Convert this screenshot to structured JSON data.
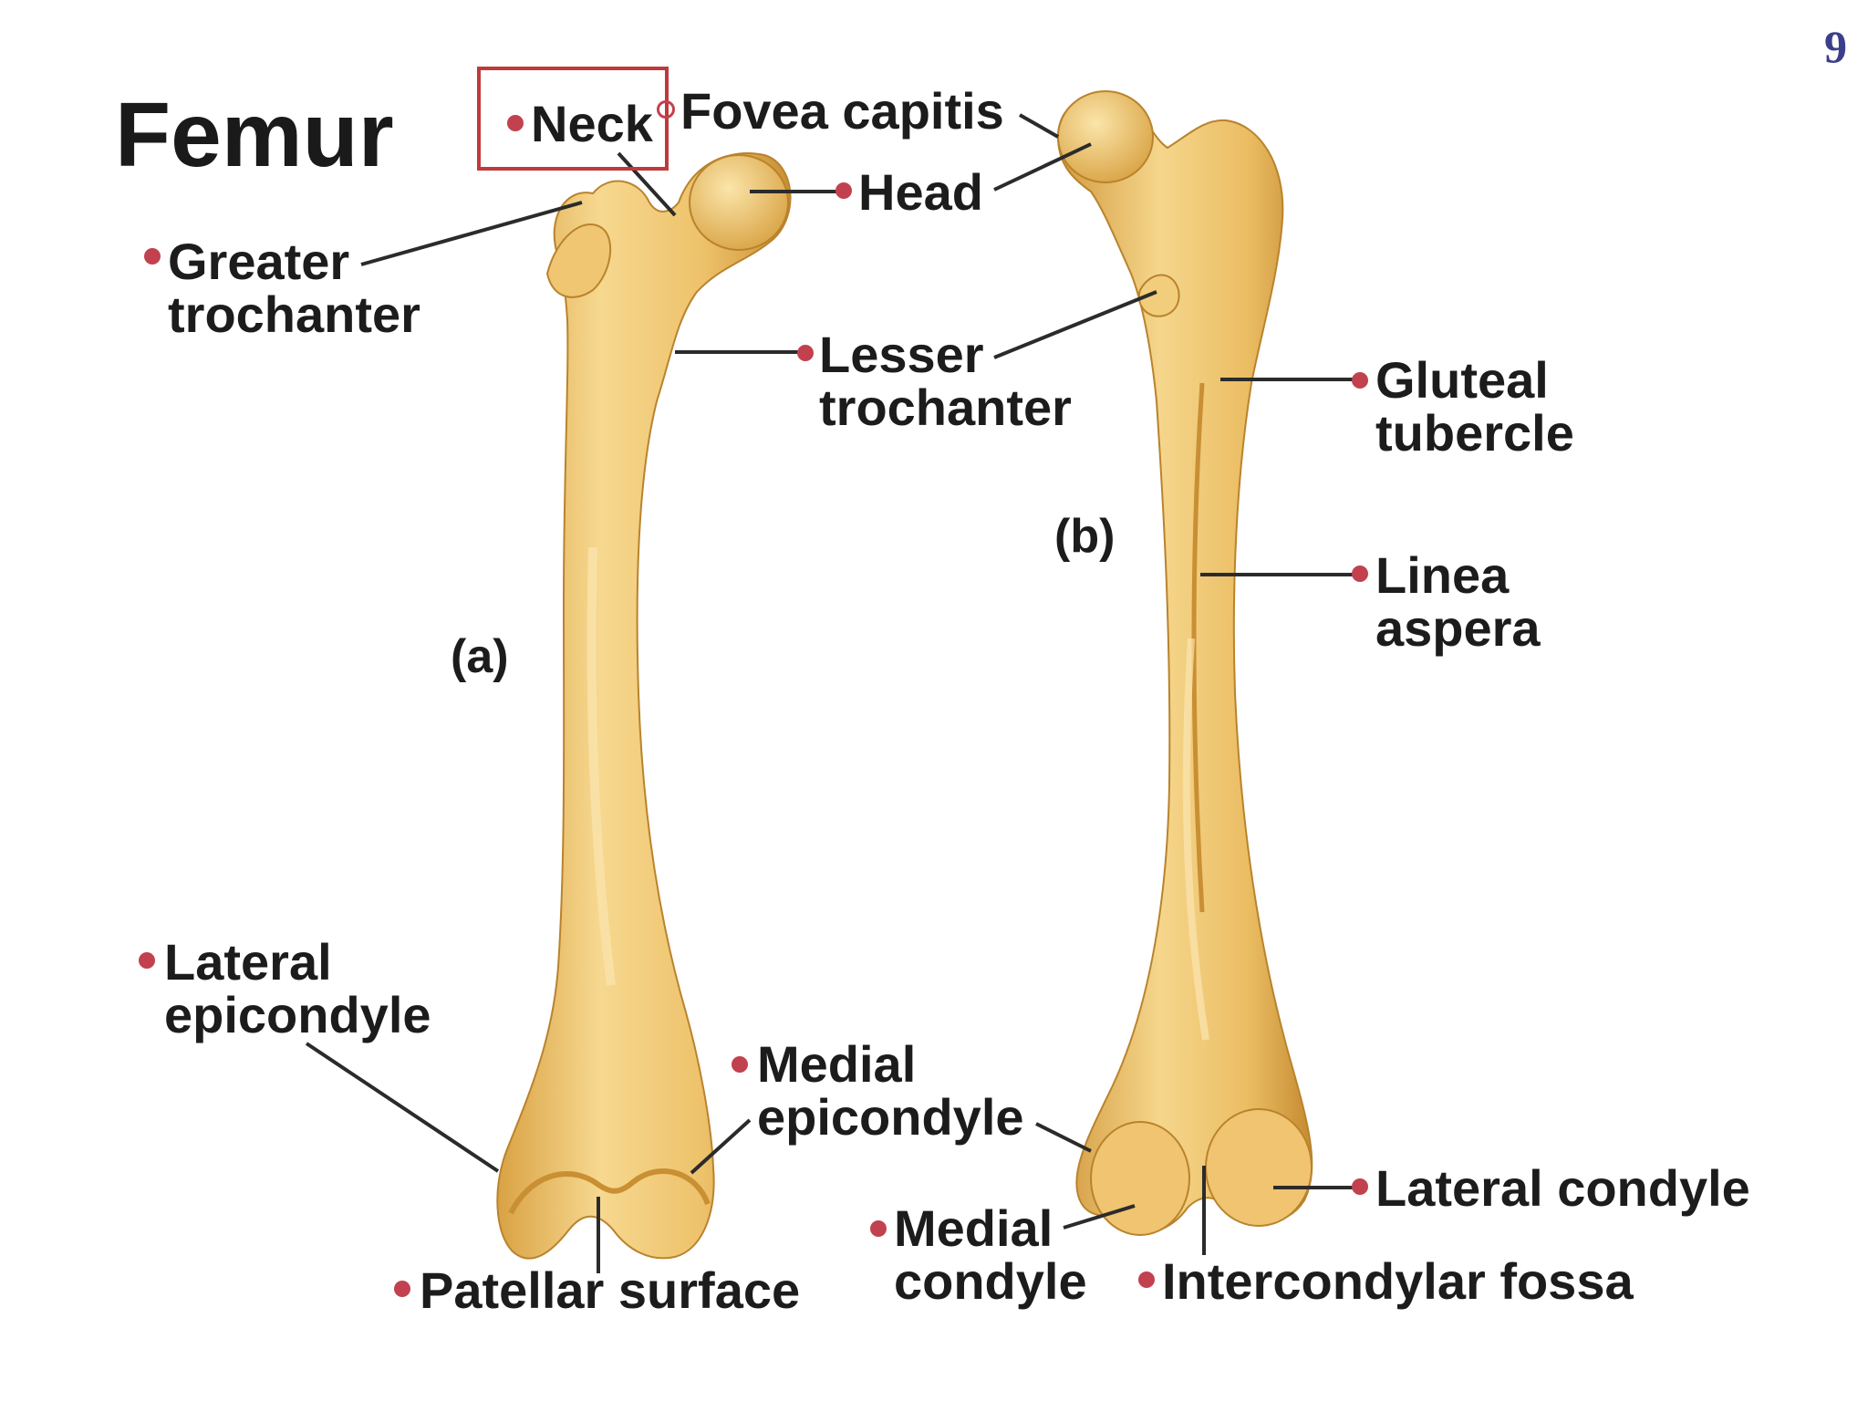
{
  "title": "Femur",
  "page_number": "9",
  "views": {
    "anterior": "(a)",
    "posterior": "(b)"
  },
  "labels": {
    "neck": "Neck",
    "fovea_capitis": "Fovea capitis",
    "head": "Head",
    "greater_trochanter": [
      "Greater",
      "trochanter"
    ],
    "lesser_trochanter": [
      "Lesser",
      "trochanter"
    ],
    "gluteal_tubercle": [
      "Gluteal",
      "tubercle"
    ],
    "linea_aspera": [
      "Linea",
      "aspera"
    ],
    "lateral_epicondyle": [
      "Lateral",
      "epicondyle"
    ],
    "medial_epicondyle": [
      "Medial",
      "epicondyle"
    ],
    "lateral_condyle": "Lateral condyle",
    "medial_condyle": [
      "Medial",
      "condyle"
    ],
    "intercondylar_fossa": "Intercondylar fossa",
    "patellar_surface": "Patellar surface"
  },
  "colors": {
    "bone_light": "#f4d38a",
    "bone_mid": "#e8b95c",
    "bone_dark": "#c98f33",
    "leader_dot": "#c2414e",
    "highlight_box": "#c0393b",
    "page_number": "#3b3f8a"
  }
}
